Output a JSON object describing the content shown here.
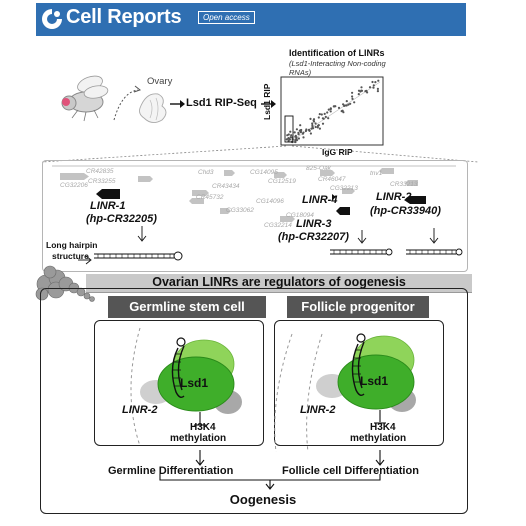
{
  "header": {
    "brand": "Cell Reports",
    "access": "Open access",
    "logo_icon": "cell-reports-logo-icon",
    "bar_color": "#2f6fb2"
  },
  "top": {
    "ovary_label": "Ovary",
    "method_label": "Lsd1 RIP-Seq",
    "plot_title": "Identification of LINRs",
    "plot_subtitle_1": "(Lsd1-Interacting Non-coding",
    "plot_subtitle_2": "RNAs)",
    "y_axis": "Lsd1 RIP",
    "x_axis": "IgG RIP"
  },
  "genes": {
    "g1": "CR42835",
    "g2": "CR33255",
    "g3": "CG32206",
    "g4": "Chd3",
    "g5": "CR43434",
    "g6": "CR45732",
    "g7": "CG33062",
    "g8": "CG14095",
    "g9": "CG12519",
    "g10": "CG14096",
    "g11": "CG18094",
    "g12": "CG32214",
    "g13": "825-Oak",
    "g14": "CR46047",
    "g15": "CG32213",
    "g16": "tnv1",
    "g17": "CR33213"
  },
  "linrs": {
    "linr1": "LINR-1",
    "linr1_id": "(hp-CR32205)",
    "linr2": "LINR-2",
    "linr2_id": "(hp-CR33940)",
    "linr3": "LINR-3",
    "linr3_id": "(hp-CR32207)",
    "linr4": "LINR-4",
    "hairpin_label_1": "Long hairpin",
    "hairpin_label_2": "structure"
  },
  "bottom": {
    "banner": "Ovarian LINRs are regulators of oogenesis",
    "panel_left_title": "Germline stem cell",
    "panel_right_title": "Follicle progenitor",
    "lsd1": "Lsd1",
    "linr2_label": "LINR-2",
    "h3k4_1": "H3K4",
    "h3k4_2": "methylation",
    "left_outcome": "Germline Differentiation",
    "right_outcome": "Follicle cell Differentiation",
    "final": "Oogenesis"
  },
  "colors": {
    "lsd1_green": "#3fae2a",
    "lsd1_light": "#8fd45a",
    "title_gray": "#555555",
    "banner_gray": "#c9c9c9"
  }
}
